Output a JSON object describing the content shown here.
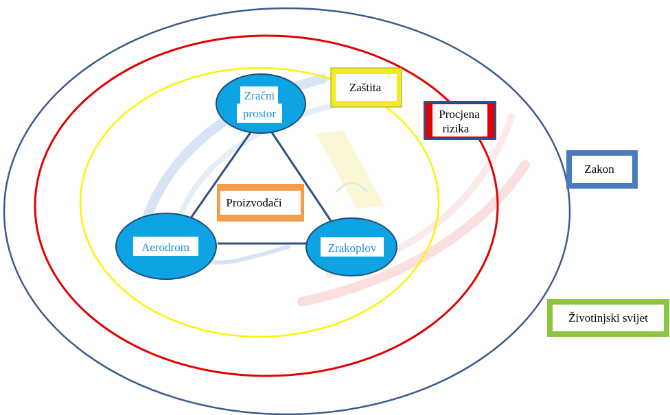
{
  "nodes": {
    "airspace": {
      "line1": "Zračni",
      "line2": "prostor"
    },
    "aerodrome": {
      "label": "Aerodrom"
    },
    "aircraft": {
      "label": "Zrakoplov"
    }
  },
  "boxes": {
    "manufacturers": "Proizvođači",
    "protection": "Zaštita",
    "risk_line1": "Procjena",
    "risk_line2": "rizika",
    "law": "Zakon",
    "wildlife": "Životinjski svijet"
  },
  "colors": {
    "outer_ring": "#3A5A8C",
    "red_ring": "#E00000",
    "yellow_ring": "#FFF200",
    "node_fill": "#0EA3E3",
    "manufacturers_border": "#F39C4A",
    "protection_border": "#F2EC1A",
    "risk_border": "#2F4F8F",
    "risk_fill": "#E00000",
    "law_border": "#4A7BBF",
    "wildlife_border": "#8CC63F"
  }
}
